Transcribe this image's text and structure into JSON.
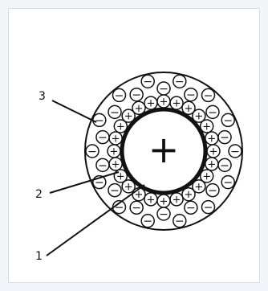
{
  "diagram": {
    "center_symbol": "+",
    "inner_layer_symbol": "+",
    "outer_layer_symbol": "−",
    "callouts": [
      {
        "label": "3"
      },
      {
        "label": "2"
      },
      {
        "label": "1"
      }
    ]
  },
  "colors": {
    "stroke": "#111111",
    "background": "#ffffff",
    "page_background": "#f2f5f9",
    "frame_border": "#d8dee6"
  }
}
